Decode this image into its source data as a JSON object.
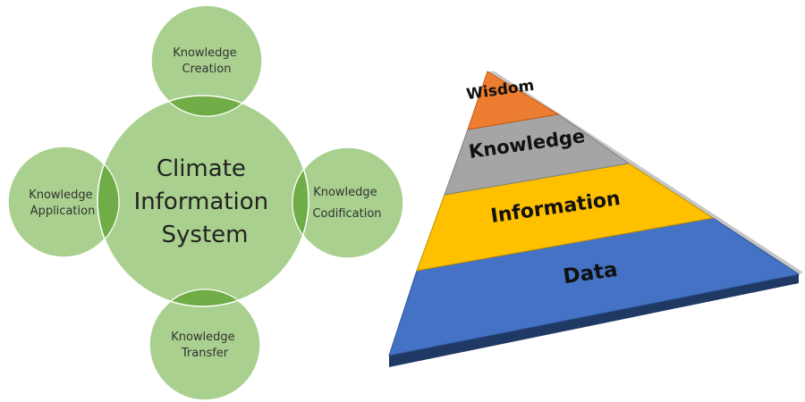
{
  "cycle": {
    "center": [
      "Climate",
      "Information",
      "System"
    ],
    "nodes": {
      "top": [
        "Knowledge",
        "Creation"
      ],
      "right": [
        "Knowledge",
        "Codification"
      ],
      "bottom": [
        "Knowledge",
        "Transfer"
      ],
      "left": [
        "Knowledge",
        "Application"
      ]
    }
  },
  "pyramid": {
    "levels": [
      "Wisdom",
      "Knowledge",
      "Information",
      "Data"
    ],
    "colors": {
      "wisdom": "#ED7D31",
      "knowledge": "#A5A5A5",
      "information": "#FFC000",
      "data": "#4472C4"
    }
  },
  "colors": {
    "center_circle": "#A9D08E",
    "outer_circle": "#A9D08E",
    "overlap": "#70AD47"
  }
}
